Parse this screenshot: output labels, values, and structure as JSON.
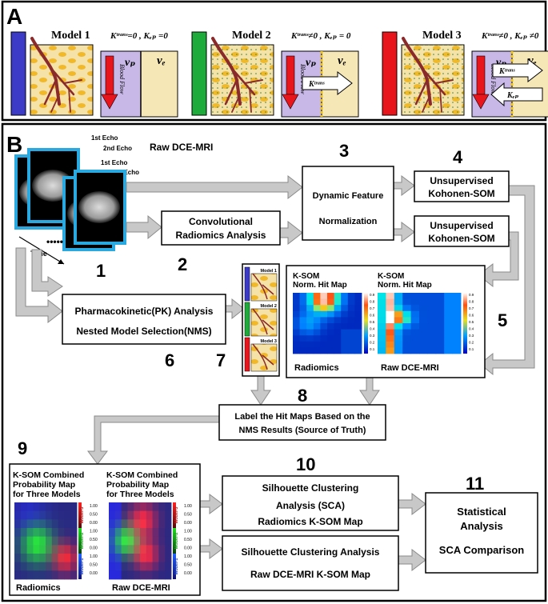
{
  "panel_a": {
    "letter": "A",
    "models": [
      {
        "title": "Model 1",
        "eq": "Kᵗʳᵃⁿˢ=0 , Kₑₚ =0",
        "color": "#3b3bc8"
      },
      {
        "title": "Model 2",
        "eq": "Kᵗʳᵃⁿˢ≠0 , Kₑₚ = 0",
        "color": "#1faa3c"
      },
      {
        "title": "Model 3",
        "eq": "Kᵗʳᵃⁿˢ≠0 , Kₑₚ ≠0",
        "color": "#e8161c"
      }
    ],
    "vp": "vₚ",
    "ve": "vₑ",
    "blood_flow": "Blood Flow",
    "ktrans": "Kᵗʳᵃⁿˢ",
    "kep": "Kₑₚ"
  },
  "panel_b": {
    "letter": "B",
    "raw_title": "Raw DCE-MRI",
    "echo1": "1st Echo",
    "echo2": "2nd Echo",
    "time": "Time",
    "dots": "•••••",
    "numbers": [
      "1",
      "2",
      "3",
      "4",
      "5",
      "6",
      "7",
      "8",
      "9",
      "10",
      "11"
    ],
    "box_dynamic": [
      "Dynamic Feature",
      "Normalization"
    ],
    "box_ksom_a": [
      "Unsupervised",
      "Kohonen-SOM"
    ],
    "box_ksom_b": [
      "Unsupervised",
      "Kohonen-SOM"
    ],
    "box_conv": [
      "Convolutional",
      "Radiomics Analysis"
    ],
    "box_pk": [
      "Pharmacokinetic(PK) Analysis",
      "Nested Model Selection(NMS)"
    ],
    "mini_models": [
      "Model 1",
      "Model 2",
      "Model 3"
    ],
    "hitmap_title": [
      "K-SOM",
      "Norm. Hit Map"
    ],
    "hitmap_scale": [
      "0.9",
      "0.8",
      "0.7",
      "0.6",
      "0.5",
      "0.4",
      "0.3",
      "0.2",
      "0.1"
    ],
    "hitmap_radiomics": "Radiomics",
    "hitmap_raw": "Raw DCE-MRI",
    "box_label": [
      "Label the Hit Maps Based on the",
      "NMS Results (Source of Truth)"
    ],
    "combined_title": [
      "K-SOM Combined",
      "Probability Map",
      "for Three Models"
    ],
    "combined_scale": [
      "1.00",
      "0.50",
      "0.00",
      "1.00",
      "0.50",
      "0.00",
      "1.00",
      "0.50",
      "0.00"
    ],
    "combined_axis": [
      "Model-1",
      "Model-2",
      "Model-3"
    ],
    "combined_radiomics": "Radiomics",
    "combined_raw": "Raw DCE-MRI",
    "box_sca_r": [
      "Silhouette Clustering",
      "Analysis  (SCA)",
      "Radiomics K-SOM Map"
    ],
    "box_sca_raw": [
      "Silhouette Clustering Analysis",
      "Raw DCE-MRI K-SOM Map"
    ],
    "box_stat": [
      "Statistical",
      "Analysis",
      "SCA Comparison"
    ]
  }
}
